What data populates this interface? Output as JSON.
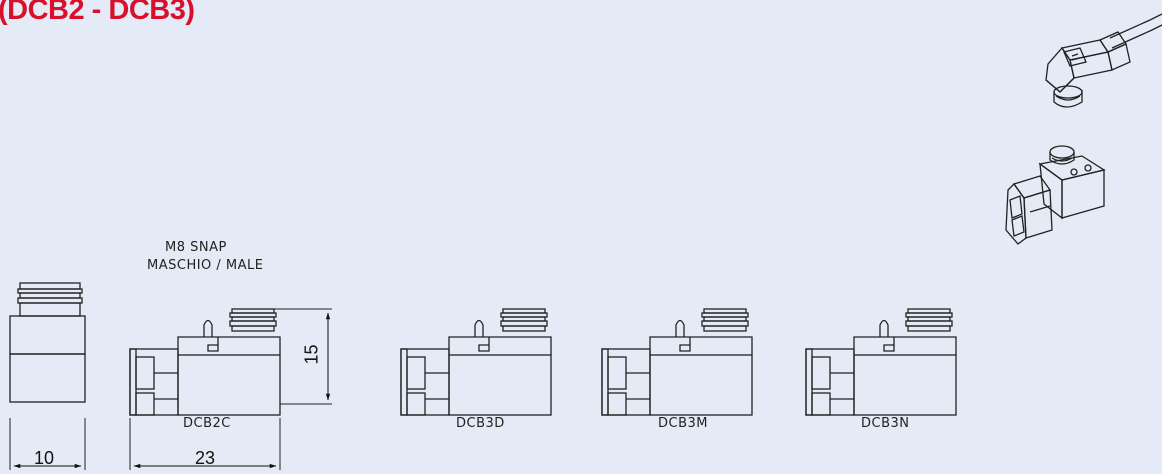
{
  "title": "(DCB2 - DCB3)",
  "caption": {
    "line1": "M8 SNAP",
    "line2": "MASCHIO / MALE"
  },
  "dimensions": {
    "width_side": "10",
    "width_front": "23",
    "height": "15"
  },
  "models": [
    "DCB2C",
    "DCB3D",
    "DCB3M",
    "DCB3N"
  ]
}
